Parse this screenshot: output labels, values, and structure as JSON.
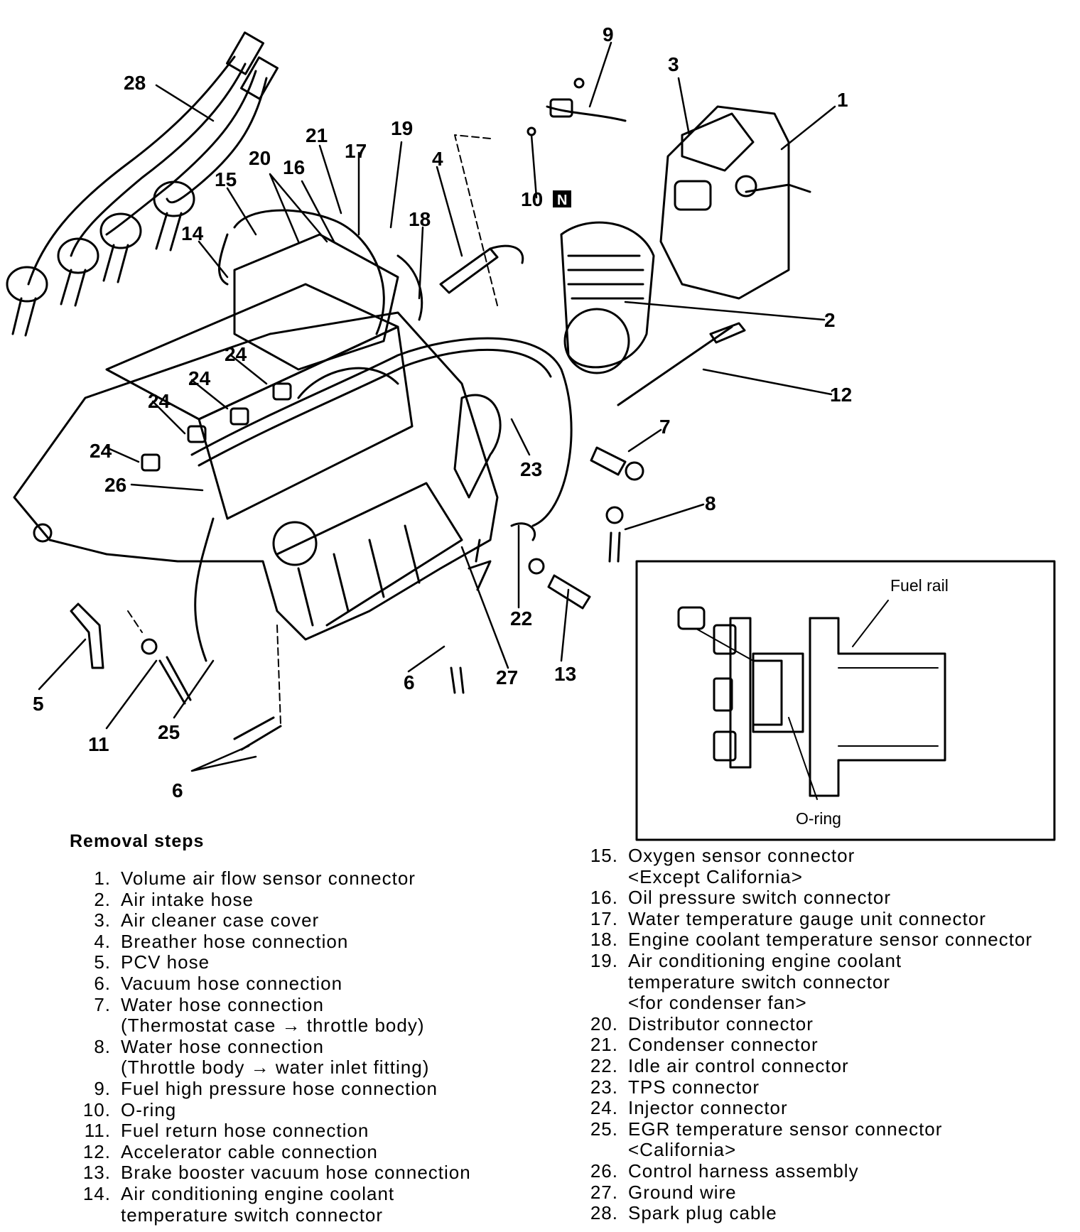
{
  "diagram": {
    "callouts": [
      "28",
      "9",
      "3",
      "1",
      "21",
      "17",
      "19",
      "20",
      "16",
      "15",
      "4",
      "14",
      "18",
      "10",
      "2",
      "24",
      "24",
      "24",
      "24",
      "12",
      "7",
      "23",
      "26",
      "8",
      "22",
      "5",
      "6",
      "27",
      "13",
      "11",
      "25",
      "6"
    ],
    "ten_badge": "N",
    "inset": {
      "fuel_rail_label": "Fuel rail",
      "oring_label": "O-ring"
    }
  },
  "removal": {
    "title": "Removal steps",
    "left": [
      {
        "num": "1.",
        "lines": [
          "Volume air flow sensor connector"
        ]
      },
      {
        "num": "2.",
        "lines": [
          "Air intake hose"
        ]
      },
      {
        "num": "3.",
        "lines": [
          "Air cleaner case cover"
        ]
      },
      {
        "num": "4.",
        "lines": [
          "Breather hose connection"
        ]
      },
      {
        "num": "5.",
        "lines": [
          "PCV hose"
        ]
      },
      {
        "num": "6.",
        "lines": [
          "Vacuum hose connection"
        ]
      },
      {
        "num": "7.",
        "lines": [
          "Water hose connection",
          "(Thermostat case → throttle body)"
        ]
      },
      {
        "num": "8.",
        "lines": [
          "Water hose connection",
          "(Throttle body → water inlet fitting)"
        ]
      },
      {
        "num": "9.",
        "lines": [
          "Fuel high pressure hose connection"
        ]
      },
      {
        "num": "10.",
        "lines": [
          "O-ring"
        ]
      },
      {
        "num": "11.",
        "lines": [
          "Fuel return hose connection"
        ]
      },
      {
        "num": "12.",
        "lines": [
          "Accelerator cable connection"
        ]
      },
      {
        "num": "13.",
        "lines": [
          "Brake booster vacuum hose connection"
        ]
      },
      {
        "num": "14.",
        "lines": [
          "Air conditioning engine coolant",
          "temperature switch connector"
        ]
      }
    ],
    "right": [
      {
        "num": "15.",
        "lines": [
          "Oxygen sensor connector",
          "<Except California>"
        ]
      },
      {
        "num": "16.",
        "lines": [
          "Oil pressure switch connector"
        ]
      },
      {
        "num": "17.",
        "lines": [
          "Water temperature gauge unit connector"
        ]
      },
      {
        "num": "18.",
        "lines": [
          "Engine coolant temperature sensor connector"
        ]
      },
      {
        "num": "19.",
        "lines": [
          "Air conditioning engine coolant",
          "temperature switch connector",
          "<for condenser fan>"
        ]
      },
      {
        "num": "20.",
        "lines": [
          "Distributor connector"
        ]
      },
      {
        "num": "21.",
        "lines": [
          "Condenser connector"
        ]
      },
      {
        "num": "22.",
        "lines": [
          "Idle air control connector"
        ]
      },
      {
        "num": "23.",
        "lines": [
          "TPS connector"
        ]
      },
      {
        "num": "24.",
        "lines": [
          "Injector connector"
        ]
      },
      {
        "num": "25.",
        "lines": [
          "EGR temperature sensor connector",
          "<California>"
        ]
      },
      {
        "num": "26.",
        "lines": [
          "Control harness assembly"
        ]
      },
      {
        "num": "27.",
        "lines": [
          "Ground wire"
        ]
      },
      {
        "num": "28.",
        "lines": [
          "Spark plug cable"
        ]
      }
    ]
  }
}
